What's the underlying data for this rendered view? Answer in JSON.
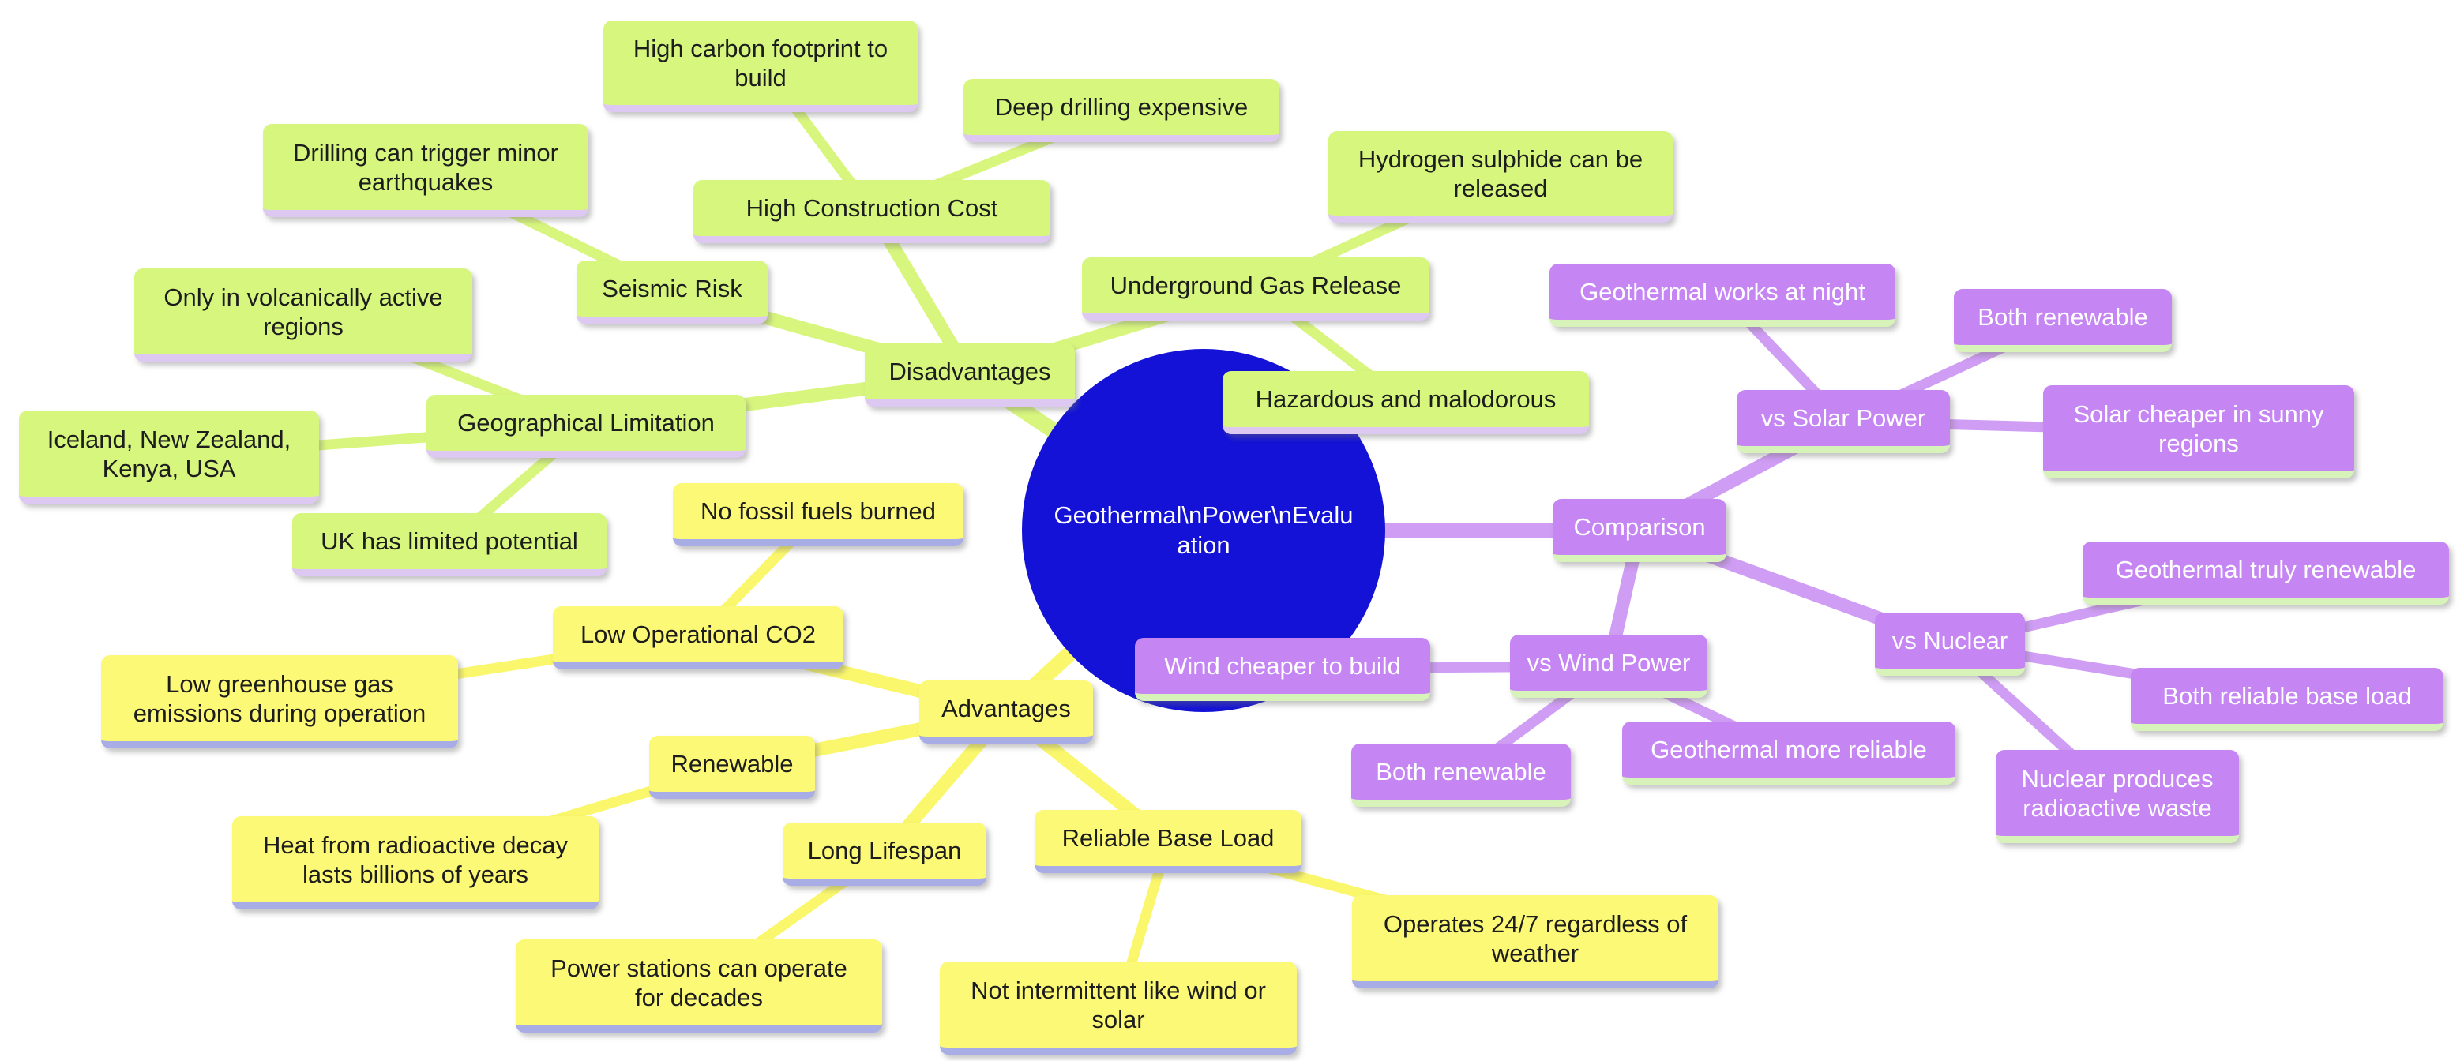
{
  "diagram": {
    "type": "mindmap",
    "background": "#ffffff",
    "root": {
      "id": "root",
      "lines": [
        "Geothermal\\nPower\\nEvalu",
        "ation"
      ],
      "fill": "#1312d6",
      "text_color": "#ffffff"
    },
    "sections": [
      {
        "id": "disadvantages",
        "label": "Disadvantages",
        "fill": "#d7f67e",
        "underline": "#dcc8f0",
        "edge_color": "#d8f67e",
        "text_color": "#1d1d1d"
      },
      {
        "id": "advantages",
        "label": "Advantages",
        "fill": "#fcf977",
        "underline": "#a8ade6",
        "edge_color": "#faf76c",
        "text_color": "#1d1d1d"
      },
      {
        "id": "comparison",
        "label": "Comparison",
        "fill": "#c585f3",
        "underline": "#d8f3ba",
        "edge_color": "#cf9df4",
        "text_color": "#ffffff"
      }
    ],
    "nodes": {
      "g_disadvantages": {
        "lines": [
          "Disadvantages"
        ]
      },
      "g_high_construction": {
        "lines": [
          "High Construction Cost"
        ]
      },
      "g_high_carbon": {
        "lines": [
          "High carbon footprint to",
          "build"
        ]
      },
      "g_deep_drilling": {
        "lines": [
          "Deep drilling expensive"
        ]
      },
      "g_seismic": {
        "lines": [
          "Seismic Risk"
        ]
      },
      "g_drilling_quakes": {
        "lines": [
          "Drilling can trigger minor",
          "earthquakes"
        ]
      },
      "g_underground": {
        "lines": [
          "Underground Gas Release"
        ]
      },
      "g_hydrogen": {
        "lines": [
          "Hydrogen sulphide can be",
          "released"
        ]
      },
      "g_hazardous": {
        "lines": [
          "Hazardous and malodorous"
        ]
      },
      "g_geographical": {
        "lines": [
          "Geographical Limitation"
        ]
      },
      "g_only_volcanic": {
        "lines": [
          "Only in volcanically active",
          "regions"
        ]
      },
      "g_iceland": {
        "lines": [
          "Iceland, New Zealand,",
          "Kenya, USA"
        ]
      },
      "g_uk": {
        "lines": [
          "UK has limited potential"
        ]
      },
      "y_advantages": {
        "lines": [
          "Advantages"
        ]
      },
      "y_low_co2": {
        "lines": [
          "Low Operational CO2"
        ]
      },
      "y_no_fossil": {
        "lines": [
          "No fossil fuels burned"
        ]
      },
      "y_low_greenhouse": {
        "lines": [
          "Low greenhouse gas",
          "emissions during operation"
        ]
      },
      "y_renewable": {
        "lines": [
          "Renewable"
        ]
      },
      "y_heat": {
        "lines": [
          "Heat from radioactive decay",
          "lasts billions of years"
        ]
      },
      "y_long_lifespan": {
        "lines": [
          "Long Lifespan"
        ]
      },
      "y_power_stations": {
        "lines": [
          "Power stations can operate",
          "for decades"
        ]
      },
      "y_reliable": {
        "lines": [
          "Reliable Base Load"
        ]
      },
      "y_not_intermittent": {
        "lines": [
          "Not intermittent like wind or",
          "solar"
        ]
      },
      "y_operates": {
        "lines": [
          "Operates 24/7 regardless of",
          "weather"
        ]
      },
      "p_comparison": {
        "lines": [
          "Comparison"
        ]
      },
      "p_vs_solar": {
        "lines": [
          "vs Solar Power"
        ]
      },
      "p_geo_night": {
        "lines": [
          "Geothermal works at night"
        ]
      },
      "p_both_renew_top": {
        "lines": [
          "Both renewable"
        ]
      },
      "p_solar_cheaper": {
        "lines": [
          "Solar cheaper in sunny",
          "regions"
        ]
      },
      "p_vs_nuclear": {
        "lines": [
          "vs Nuclear"
        ]
      },
      "p_geo_truly": {
        "lines": [
          "Geothermal truly renewable"
        ]
      },
      "p_both_reliable": {
        "lines": [
          "Both reliable base load"
        ]
      },
      "p_nuclear_waste": {
        "lines": [
          "Nuclear produces",
          "radioactive waste"
        ]
      },
      "p_vs_wind": {
        "lines": [
          "vs Wind Power"
        ]
      },
      "p_wind_cheaper": {
        "lines": [
          "Wind cheaper to build"
        ]
      },
      "p_both_renew_bottom": {
        "lines": [
          "Both renewable"
        ]
      },
      "p_geo_more_reliable": {
        "lines": [
          "Geothermal more reliable"
        ]
      }
    },
    "edges": [
      [
        "root",
        "g_disadvantages"
      ],
      [
        "g_disadvantages",
        "g_high_construction"
      ],
      [
        "g_high_construction",
        "g_high_carbon"
      ],
      [
        "g_high_construction",
        "g_deep_drilling"
      ],
      [
        "g_disadvantages",
        "g_seismic"
      ],
      [
        "g_seismic",
        "g_drilling_quakes"
      ],
      [
        "g_disadvantages",
        "g_underground"
      ],
      [
        "g_underground",
        "g_hydrogen"
      ],
      [
        "g_underground",
        "g_hazardous"
      ],
      [
        "g_disadvantages",
        "g_geographical"
      ],
      [
        "g_geographical",
        "g_only_volcanic"
      ],
      [
        "g_geographical",
        "g_iceland"
      ],
      [
        "g_geographical",
        "g_uk"
      ],
      [
        "root",
        "y_advantages"
      ],
      [
        "y_advantages",
        "y_low_co2"
      ],
      [
        "y_low_co2",
        "y_no_fossil"
      ],
      [
        "y_low_co2",
        "y_low_greenhouse"
      ],
      [
        "y_advantages",
        "y_renewable"
      ],
      [
        "y_renewable",
        "y_heat"
      ],
      [
        "y_advantages",
        "y_long_lifespan"
      ],
      [
        "y_long_lifespan",
        "y_power_stations"
      ],
      [
        "y_advantages",
        "y_reliable"
      ],
      [
        "y_reliable",
        "y_not_intermittent"
      ],
      [
        "y_reliable",
        "y_operates"
      ],
      [
        "root",
        "p_comparison"
      ],
      [
        "p_comparison",
        "p_vs_solar"
      ],
      [
        "p_vs_solar",
        "p_geo_night"
      ],
      [
        "p_vs_solar",
        "p_both_renew_top"
      ],
      [
        "p_vs_solar",
        "p_solar_cheaper"
      ],
      [
        "p_comparison",
        "p_vs_nuclear"
      ],
      [
        "p_vs_nuclear",
        "p_geo_truly"
      ],
      [
        "p_vs_nuclear",
        "p_both_reliable"
      ],
      [
        "p_vs_nuclear",
        "p_nuclear_waste"
      ],
      [
        "p_comparison",
        "p_vs_wind"
      ],
      [
        "p_vs_wind",
        "p_wind_cheaper"
      ],
      [
        "p_vs_wind",
        "p_both_renew_bottom"
      ],
      [
        "p_vs_wind",
        "p_geo_more_reliable"
      ]
    ]
  }
}
